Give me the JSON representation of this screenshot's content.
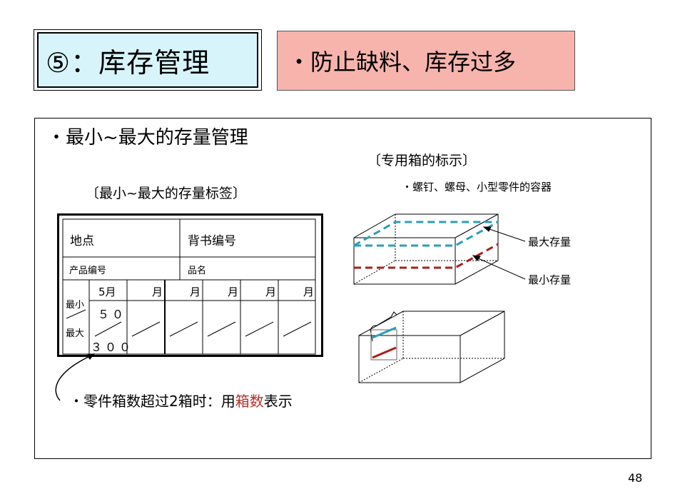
{
  "header": {
    "title": "⑤：库存管理",
    "goal": "・防止缺料、库存过多"
  },
  "section": {
    "heading": "・最小~最大的存量管理",
    "label_caption": "〔最小~最大的存量标签〕",
    "box_caption": "〔专用箱的标示〕",
    "box_sub": "・螺钉、螺母、小型零件的容器",
    "legend_max": "最大存量",
    "legend_min": "最小存量"
  },
  "card": {
    "location": "地点",
    "back_number": "背书编号",
    "product_number": "产品编号",
    "product_name": "品名",
    "minmax_label_min": "最小",
    "minmax_label_max": "最大",
    "months": [
      "5月",
      "月",
      "月",
      "月",
      "月",
      "月"
    ],
    "min_value": "５０",
    "max_value": "３００"
  },
  "note": {
    "prefix": "・零件箱数超过2箱时：用",
    "highlight": "箱数",
    "suffix": "表示"
  },
  "page_number": "48",
  "colors": {
    "title_bg": "#d8f4fb",
    "goal_bg": "#f7b4ad",
    "max_line": "#2a9fb5",
    "min_line": "#a8201a",
    "note_highlight": "#b3312a"
  }
}
